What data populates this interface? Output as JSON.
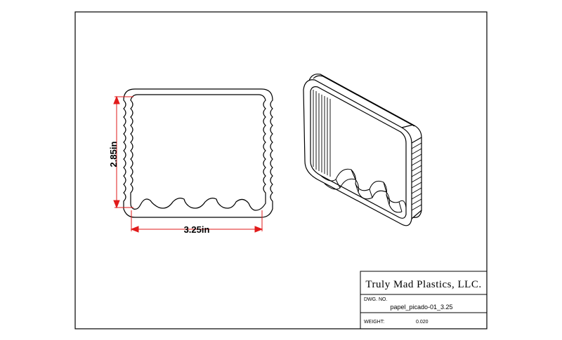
{
  "title_block": {
    "company": "Truly Mad Plastics, LLC.",
    "dwg_no_label": "DWG.  NO.",
    "dwg_no": "papel_picado-01_3.25",
    "weight_label": "WEIGHT:",
    "weight": "0.020"
  },
  "dimensions": {
    "height": "2.85in",
    "width": "3.25in"
  },
  "colors": {
    "dimension": "#e11b1b",
    "line": "#000000"
  }
}
